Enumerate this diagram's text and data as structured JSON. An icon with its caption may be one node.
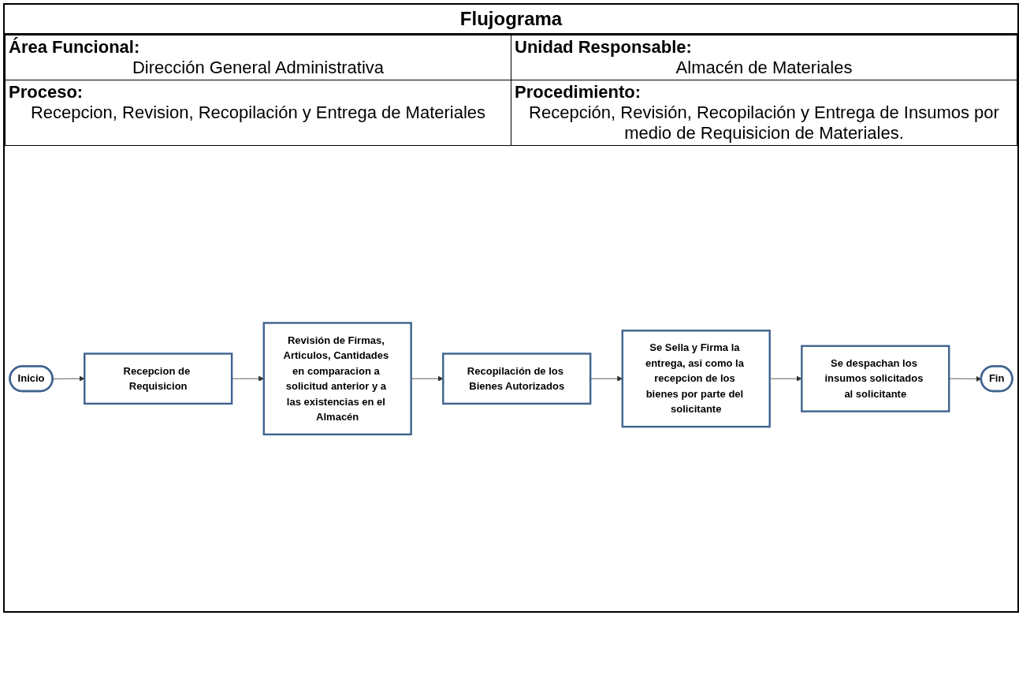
{
  "diagram": {
    "title": "Flujograma",
    "nodes": [
      {
        "text": [
          "Inicio"
        ]
      },
      {
        "text": [
          "Recepcion de Requisicion"
        ]
      },
      {
        "text": [
          "Revisión de Firmas, Articulos, Cantidades en comparacion a solicitud anterior y a las existencias en el Almacén"
        ]
      },
      {
        "text": [
          "Recopilación de los Bienes Autorizados"
        ]
      },
      {
        "text": [
          "Se Sella y Firma la entrega, asi como la recepcion de los bienes por parte del solicitante"
        ]
      },
      {
        "text": [
          "Se despachan los insumos solicitados al solicitante"
        ]
      },
      {
        "text": [
          "Fin"
        ]
      }
    ],
    "edges": [
      {
        "from": 0,
        "to": 1,
        "arrow": "to"
      },
      {
        "from": 1,
        "to": 2,
        "arrow": "to"
      },
      {
        "from": 2,
        "to": 3,
        "arrow": "to"
      },
      {
        "from": 3,
        "to": 4,
        "arrow": "to"
      },
      {
        "from": 4,
        "to": 5,
        "arrow": "to"
      },
      {
        "from": 5,
        "to": 6,
        "arrow": "to"
      }
    ],
    "labels": [
      "Área Funcional:",
      "Dirección General Administrativa",
      "Unidad Responsable:",
      "Almacén de Materiales",
      "Proceso:",
      "Recepcion, Revision, Recopilación y Entrega de Materiales",
      "Procedimiento:",
      "Recepción, Revisión, Recopilación y Entrega de Insumos por medio de Requisicion de Materiales."
    ]
  }
}
